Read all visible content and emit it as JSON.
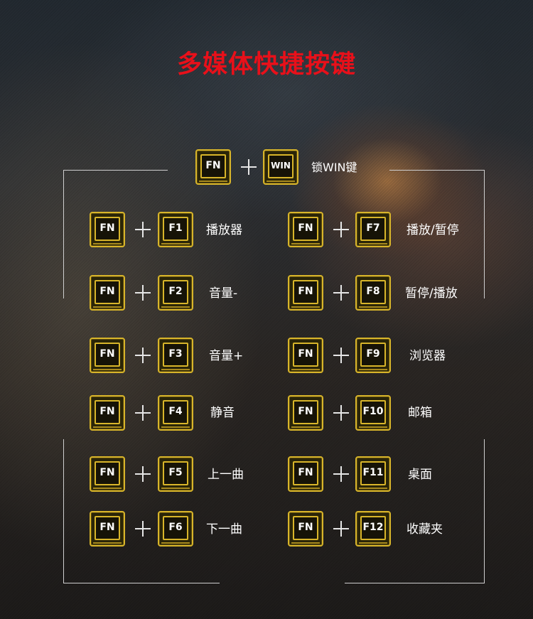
{
  "title": "多媒体快捷按键",
  "top_combo": {
    "key1": "FN",
    "key2": "WIN",
    "label": "锁WIN键"
  },
  "combos": [
    {
      "fn": "FN",
      "key": "F1",
      "label": "播放器"
    },
    {
      "fn": "FN",
      "key": "F7",
      "label": "播放/暂停"
    },
    {
      "fn": "FN",
      "key": "F2",
      "label": "音量-"
    },
    {
      "fn": "FN",
      "key": "F8",
      "label": "暂停/播放"
    },
    {
      "fn": "FN",
      "key": "F3",
      "label": "音量+"
    },
    {
      "fn": "FN",
      "key": "F9",
      "label": "浏览器"
    },
    {
      "fn": "FN",
      "key": "F4",
      "label": "静音"
    },
    {
      "fn": "FN",
      "key": "F10",
      "label": "邮箱"
    },
    {
      "fn": "FN",
      "key": "F5",
      "label": "上一曲"
    },
    {
      "fn": "FN",
      "key": "F11",
      "label": "桌面"
    },
    {
      "fn": "FN",
      "key": "F6",
      "label": "下一曲"
    },
    {
      "fn": "FN",
      "key": "F12",
      "label": "收藏夹"
    }
  ],
  "colors": {
    "title": "#e8101a",
    "key_border": "#d8b52a",
    "frame": "#cfcfcf"
  }
}
